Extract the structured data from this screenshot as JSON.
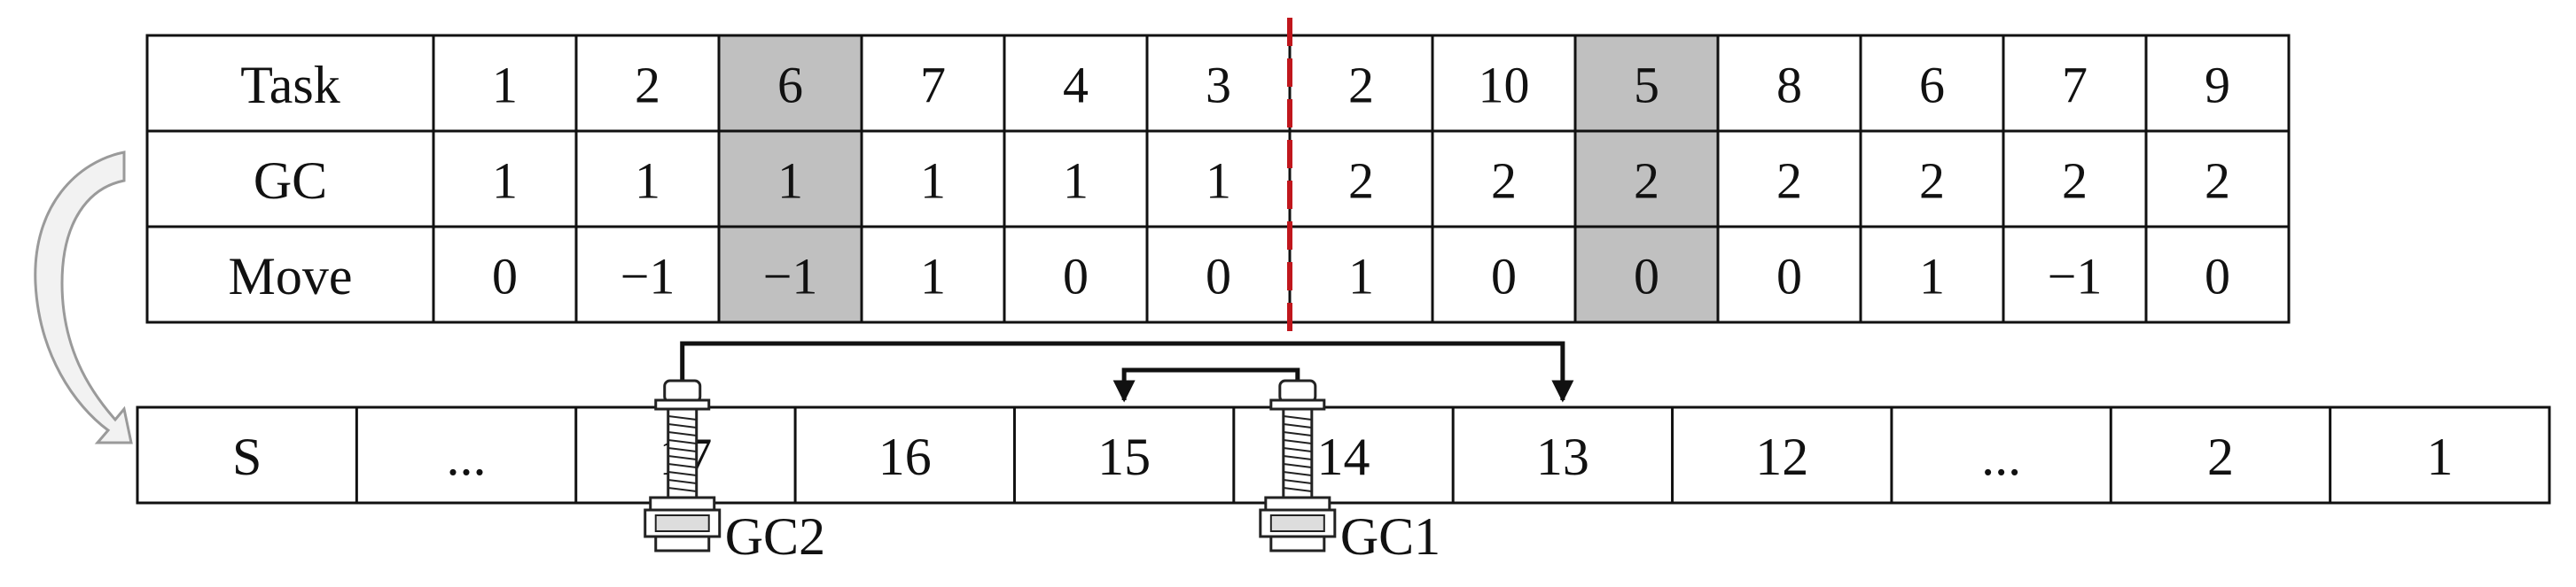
{
  "table": {
    "row_labels": [
      "Task",
      "GC",
      "Move"
    ],
    "columns": [
      {
        "task": "1",
        "gc": "1",
        "move": "0",
        "highlight": false
      },
      {
        "task": "2",
        "gc": "1",
        "move": "−1",
        "highlight": false
      },
      {
        "task": "6",
        "gc": "1",
        "move": "−1",
        "highlight": true
      },
      {
        "task": "7",
        "gc": "1",
        "move": "1",
        "highlight": false
      },
      {
        "task": "4",
        "gc": "1",
        "move": "0",
        "highlight": false
      },
      {
        "task": "3",
        "gc": "1",
        "move": "0",
        "highlight": false
      },
      {
        "task": "2",
        "gc": "2",
        "move": "1",
        "highlight": false
      },
      {
        "task": "10",
        "gc": "2",
        "move": "0",
        "highlight": false
      },
      {
        "task": "5",
        "gc": "2",
        "move": "0",
        "highlight": true
      },
      {
        "task": "8",
        "gc": "2",
        "move": "0",
        "highlight": false
      },
      {
        "task": "6",
        "gc": "2",
        "move": "1",
        "highlight": false
      },
      {
        "task": "7",
        "gc": "2",
        "move": "−1",
        "highlight": false
      },
      {
        "task": "9",
        "gc": "2",
        "move": "0",
        "highlight": false
      }
    ],
    "split_after_column": 6
  },
  "track": {
    "cells": [
      "S",
      "...",
      "17",
      "16",
      "15",
      "14",
      "13",
      "12",
      "...",
      "2",
      "1"
    ]
  },
  "cranes": [
    {
      "label": "GC2",
      "at_cell": "17",
      "target_cell": "13"
    },
    {
      "label": "GC1",
      "at_cell": "14",
      "target_cell": "15"
    }
  ],
  "colors": {
    "line": "#111111",
    "highlight": "#c0c0c0",
    "divider": "#c0161c",
    "curved_arrow_fill": "#f2f2f2",
    "curved_arrow_stroke": "#9a9a9a"
  }
}
